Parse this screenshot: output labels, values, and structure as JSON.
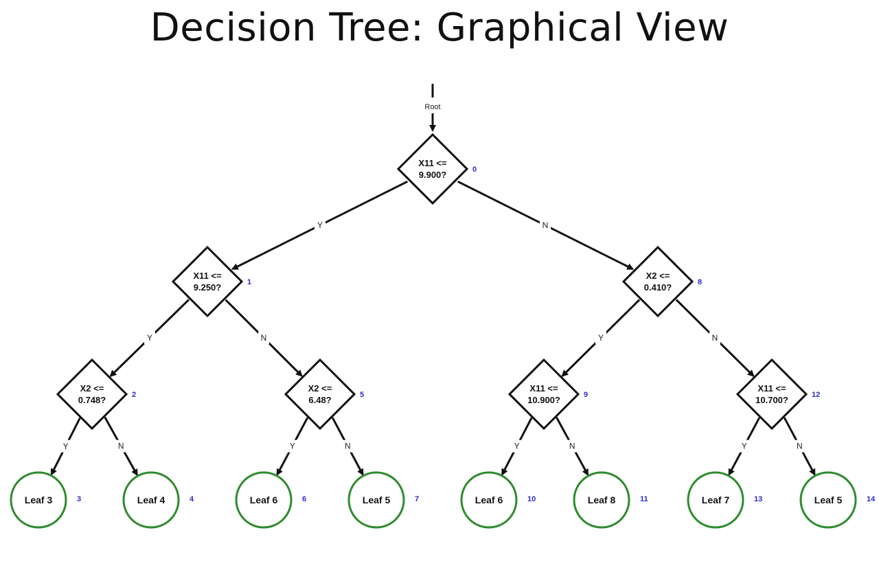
{
  "title": "Decision Tree: Graphical View",
  "root_label": "Root",
  "edge_yes": "Y",
  "edge_no": "N",
  "colors": {
    "leaf_stroke": "#2e8b2e",
    "node_id": "#2a2ad0",
    "edges": "#111111"
  },
  "decisions": [
    {
      "id": "0",
      "line1": "X11 <=",
      "line2": "9.900?"
    },
    {
      "id": "1",
      "line1": "X11 <=",
      "line2": "9.250?"
    },
    {
      "id": "8",
      "line1": "X2 <=",
      "line2": "0.410?"
    },
    {
      "id": "2",
      "line1": "X2 <=",
      "line2": "0.748?"
    },
    {
      "id": "5",
      "line1": "X2 <=",
      "line2": "6.48?"
    },
    {
      "id": "9",
      "line1": "X11 <=",
      "line2": "10.900?"
    },
    {
      "id": "12",
      "line1": "X11 <=",
      "line2": "10.700?"
    }
  ],
  "leaves": [
    {
      "id": "3",
      "label": "Leaf 3"
    },
    {
      "id": "4",
      "label": "Leaf 4"
    },
    {
      "id": "6",
      "label": "Leaf 6"
    },
    {
      "id": "7",
      "label": "Leaf 5"
    },
    {
      "id": "10",
      "label": "Leaf 6"
    },
    {
      "id": "11",
      "label": "Leaf 8"
    },
    {
      "id": "13",
      "label": "Leaf 7"
    },
    {
      "id": "14",
      "label": "Leaf 5"
    }
  ],
  "edges": [
    {
      "from": "0",
      "to": "1",
      "answer": "Y"
    },
    {
      "from": "0",
      "to": "8",
      "answer": "N"
    },
    {
      "from": "1",
      "to": "2",
      "answer": "Y"
    },
    {
      "from": "1",
      "to": "5",
      "answer": "N"
    },
    {
      "from": "8",
      "to": "9",
      "answer": "Y"
    },
    {
      "from": "8",
      "to": "12",
      "answer": "N"
    },
    {
      "from": "2",
      "to": "3",
      "answer": "Y"
    },
    {
      "from": "2",
      "to": "4",
      "answer": "N"
    },
    {
      "from": "5",
      "to": "6",
      "answer": "Y"
    },
    {
      "from": "5",
      "to": "7",
      "answer": "N"
    },
    {
      "from": "9",
      "to": "10",
      "answer": "Y"
    },
    {
      "from": "9",
      "to": "11",
      "answer": "N"
    },
    {
      "from": "12",
      "to": "13",
      "answer": "Y"
    },
    {
      "from": "12",
      "to": "14",
      "answer": "N"
    }
  ]
}
